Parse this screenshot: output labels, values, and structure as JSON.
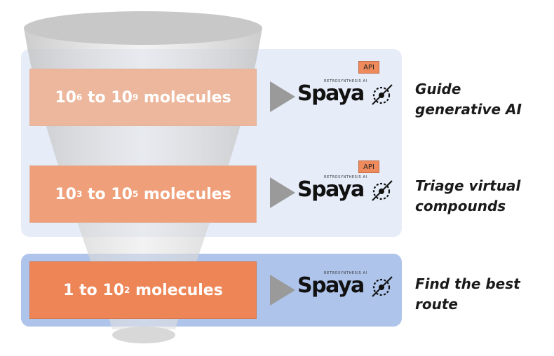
{
  "stages": [
    {
      "label_pre": "10",
      "sup_a": "6",
      "mid": " to 10",
      "sup_b": "9",
      "post": " molecules",
      "logo": {
        "word": "Spaya",
        "tagline": "RETROSYNTHESIS AI"
      },
      "api_badge": "API",
      "caption_line1": "Guide",
      "caption_line2": "generative AI"
    },
    {
      "label_pre": "10",
      "sup_a": "3",
      "mid": " to 10",
      "sup_b": "5",
      "post": " molecules",
      "logo": {
        "word": "Spaya",
        "tagline": "RETROSYNTHESIS AI"
      },
      "api_badge": "API",
      "caption_line1": "Triage virtual",
      "caption_line2": "compounds"
    },
    {
      "label_pre": "1",
      "sup_a": "",
      "mid": " to 10",
      "sup_b": "2",
      "post": " molecules",
      "logo": {
        "word": "Spaya",
        "tagline": "RETROSYNTHESIS AI"
      },
      "caption_line1": "Find the best",
      "caption_line2": "route"
    }
  ],
  "colors": {
    "panel_top": "#e6ecf8",
    "panel_bottom": "#aec4ea",
    "stage_1": "#ecb79d",
    "stage_2": "#ef9f79",
    "stage_3": "#ee8556",
    "api_badge": "#ee8a5c",
    "arrow": "#9a9a9a",
    "funnel": "#cfcfcf"
  },
  "icons": [
    "funnel-shape",
    "chevron-arrow-icon",
    "spaya-logo-mark-icon"
  ]
}
